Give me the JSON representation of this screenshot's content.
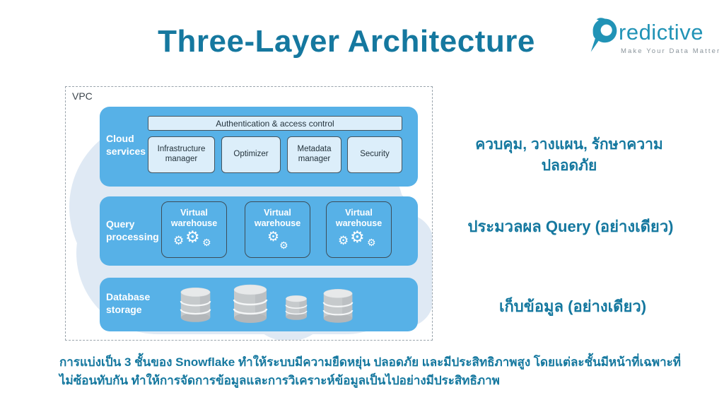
{
  "page": {
    "title": "Three-Layer Architecture"
  },
  "logo": {
    "brand": "Predictive",
    "brand_rest": "redictive",
    "tagline": "Make Your Data Matter"
  },
  "diagram": {
    "vpc_label": "VPC",
    "cloud_services": {
      "label": "Cloud services",
      "auth_bar": "Authentication & access control",
      "boxes": [
        "Infrastructure manager",
        "Optimizer",
        "Metadata manager",
        "Security"
      ]
    },
    "query_processing": {
      "label": "Query processing",
      "warehouses": [
        {
          "label": "Virtual warehouse",
          "gears": 3
        },
        {
          "label": "Virtual warehouse",
          "gears": 2
        },
        {
          "label": "Virtual warehouse",
          "gears": 3
        }
      ]
    },
    "database_storage": {
      "label": "Database storage",
      "cylinder_count": 4
    }
  },
  "annotations": [
    "ควบคุม, วางแผน, รักษาความ\nปลอดภัย",
    "ประมวลผล Query (อย่างเดียว)",
    "เก็บข้อมูล (อย่างเดียว)"
  ],
  "footer": {
    "text": "การแบ่งเป็น 3 ชั้นของ Snowflake ทำให้ระบบมีความยืดหยุ่น ปลอดภัย และมีประสิทธิภาพสูง โดยแต่ละชั้นมีหน้าที่เฉพาะที่ไม่ซ้อนทับกัน ทำให้การจัดการข้อมูลและการวิเคราะห์ข้อมูลเป็นไปอย่างมีประสิทธิภาพ"
  },
  "icons": {
    "gear": "⚙"
  },
  "colors": {
    "accent_text": "#15789F",
    "layer_blue": "#57B1E7",
    "box_fill": "#DCEEFA",
    "box_border": "#44545E",
    "cloud_shape": "#DFE9F4",
    "logo_teal": "#2193B6",
    "tagline_gray": "#8B959C"
  }
}
